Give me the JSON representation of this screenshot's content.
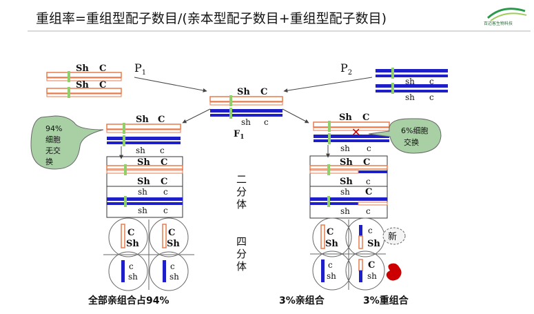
{
  "title": "重组率=重组型配子数目/(亲本型配子数目+重组型配子数目)",
  "logo": {
    "cn": "百迈客生物科技"
  },
  "parents": {
    "p1": "P",
    "p1_sub": "1",
    "p2": "P",
    "p2_sub": "2",
    "f1": "F",
    "f1_sub": "1"
  },
  "alleles": {
    "Sh": "Sh",
    "C": "C",
    "sh": "sh",
    "c": "c"
  },
  "bubbles": {
    "left": [
      "94%",
      "细胞",
      "无交",
      "换"
    ],
    "right": [
      "6%细胞",
      "交换"
    ]
  },
  "stages": {
    "two_cell": [
      "二",
      "分",
      "体"
    ],
    "four_cell": [
      "四",
      "分",
      "体"
    ]
  },
  "new_mark": "新",
  "footers": {
    "left": "全部亲组合占94%",
    "right_a": "3%亲组合",
    "right_b": "3%重组合"
  },
  "colors": {
    "orange": "#e87a4a",
    "blue": "#1f1fc8",
    "green": "#8fd06a",
    "red": "#cc0000"
  }
}
